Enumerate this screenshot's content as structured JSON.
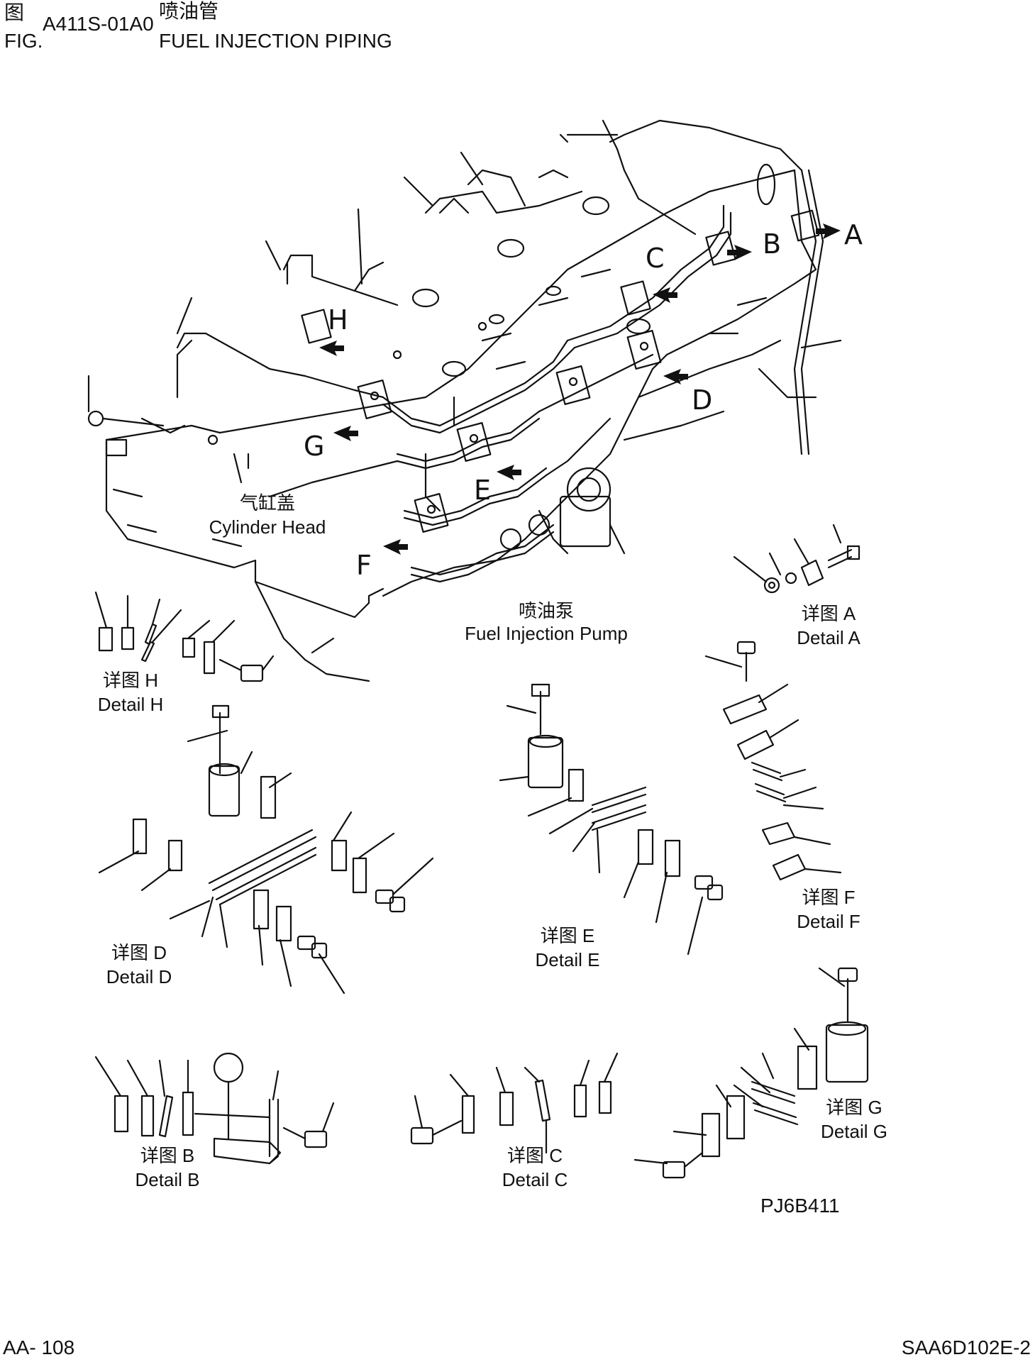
{
  "header": {
    "fig_label_zh": "图",
    "fig_label_en": "FIG.",
    "fig_number": "A411S-01A0",
    "title_zh": "喷油管",
    "title_en": "FUEL INJECTION PIPING"
  },
  "labels": {
    "cylinder_head_zh": "气缸盖",
    "cylinder_head_en": "Cylinder Head",
    "pump_zh": "喷油泵",
    "pump_en": "Fuel Injection Pump",
    "detail_a_zh": "详图 A",
    "detail_a_en": "Detail A",
    "detail_b_zh": "详图 B",
    "detail_b_en": "Detail B",
    "detail_c_zh": "详图 C",
    "detail_c_en": "Detail C",
    "detail_d_zh": "详图 D",
    "detail_d_en": "Detail D",
    "detail_e_zh": "详图 E",
    "detail_e_en": "Detail E",
    "detail_f_zh": "详图 F",
    "detail_f_en": "Detail F",
    "detail_g_zh": "详图 G",
    "detail_g_en": "Detail G",
    "detail_h_zh": "详图 H",
    "detail_h_en": "Detail H"
  },
  "view_letters": {
    "a": "A",
    "b": "B",
    "c": "C",
    "d": "D",
    "e": "E",
    "f": "F",
    "g": "G",
    "h": "H"
  },
  "drawing_code": "PJ6B411",
  "footer": {
    "page": "AA- 108",
    "doc": "SAA6D102E-2"
  }
}
